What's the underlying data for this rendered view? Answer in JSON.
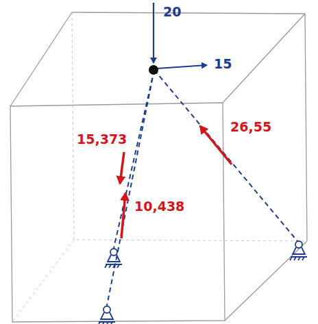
{
  "diagram": {
    "labels": [
      "20",
      "15",
      "15,373",
      "10,438",
      "26,55"
    ]
  }
}
